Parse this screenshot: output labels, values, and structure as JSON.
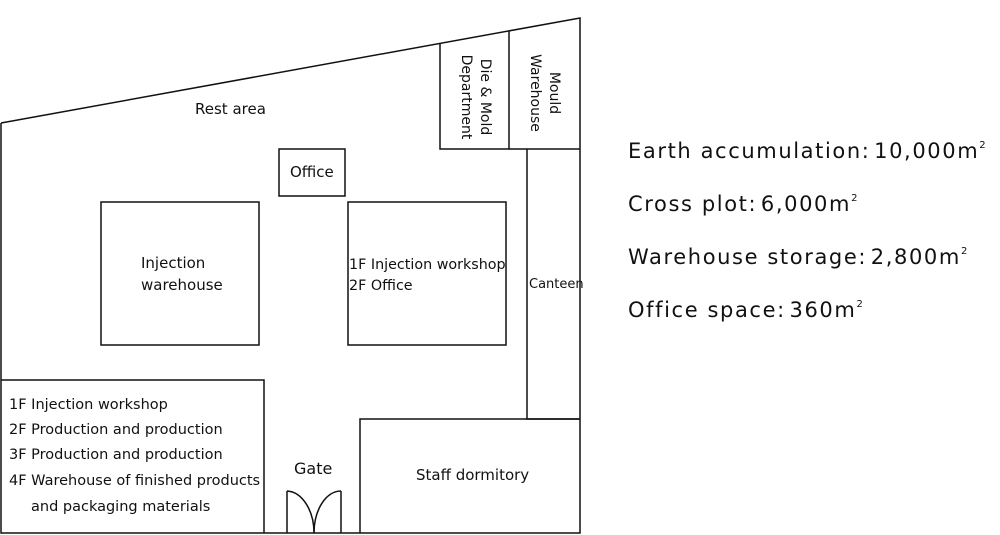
{
  "floor_plan": {
    "rest_area": "Rest area",
    "office": "Office",
    "injection_warehouse": [
      "Injection",
      "warehouse"
    ],
    "workshop_building": [
      "1F Injection workshop",
      "2F Office"
    ],
    "die_mold_department": [
      "Die & Mold",
      "Department"
    ],
    "mould_warehouse": [
      "Mould",
      "Warehouse"
    ],
    "canteen": "Canteen",
    "production_building": [
      "1F Injection workshop",
      "2F Production and production",
      "3F Production and production",
      "4F Warehouse of finished products",
      "and packaging materials"
    ],
    "gate": "Gate",
    "staff_dormitory": "Staff dormitory"
  },
  "area_stats": [
    {
      "label": "Earth accumulation",
      "value": "10,000",
      "unit": "m",
      "superscript": "2"
    },
    {
      "label": "Cross plot",
      "value": "6,000",
      "unit": "m",
      "superscript": "2"
    },
    {
      "label": "Warehouse storage",
      "value": "2,800",
      "unit": "m",
      "superscript": "2"
    },
    {
      "label": "Office space",
      "value": "360",
      "unit": "m",
      "superscript": "2"
    }
  ]
}
